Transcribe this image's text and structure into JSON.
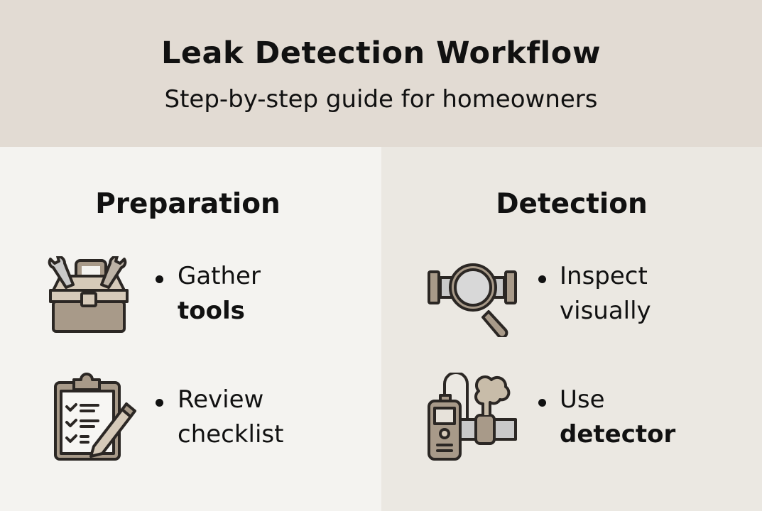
{
  "header": {
    "title": "Leak Detection Workflow",
    "subtitle": "Step-by-step guide for homeowners"
  },
  "columns": [
    {
      "title": "Preparation",
      "items": [
        {
          "icon": "toolbox-icon",
          "line1": "Gather",
          "line2": "tools",
          "bold_line": 2
        },
        {
          "icon": "clipboard-checklist-icon",
          "line1": "Review",
          "line2": "checklist",
          "bold_line": 0
        }
      ]
    },
    {
      "title": "Detection",
      "items": [
        {
          "icon": "pipe-magnifier-icon",
          "line1": "Inspect",
          "line2": "visually",
          "bold_line": 0
        },
        {
          "icon": "gas-detector-icon",
          "line1": "Use",
          "line2": "detector",
          "bold_line": 2
        }
      ]
    }
  ],
  "colors": {
    "header_bg": "#e2dbd3",
    "left_bg": "#f4f3f0",
    "right_bg": "#ebe8e2",
    "icon_fill": "#a89a89",
    "icon_light": "#d6cab9",
    "icon_stroke": "#2b2724",
    "metal": "#c9c9c9"
  }
}
